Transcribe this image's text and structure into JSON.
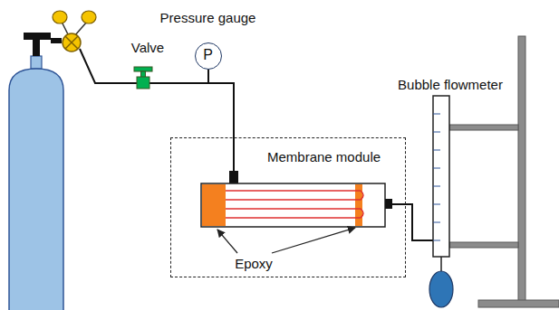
{
  "diagram": {
    "nodes": [
      {
        "text": [
          "Membrane module"
        ]
      },
      {
        "text": [
          "Pressure gauge",
          "P"
        ]
      }
    ],
    "edges": [
      {
        "from": 1,
        "to": 0,
        "arrow": "none"
      }
    ],
    "labels": [
      "Valve",
      "Bubble flowmeter",
      "Epoxy"
    ]
  }
}
